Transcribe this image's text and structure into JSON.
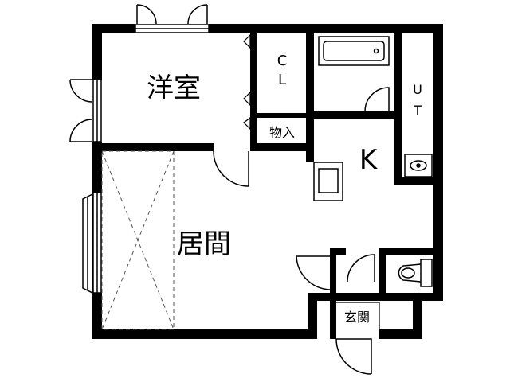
{
  "rooms": {
    "western_room": "洋室",
    "closet": "C L",
    "storage": "物入",
    "living_room": "居間",
    "kitchen": "K",
    "utility": "U T",
    "entrance": "玄関"
  },
  "colors": {
    "wall": "#000000",
    "background": "#ffffff",
    "fixture": "#555555"
  }
}
